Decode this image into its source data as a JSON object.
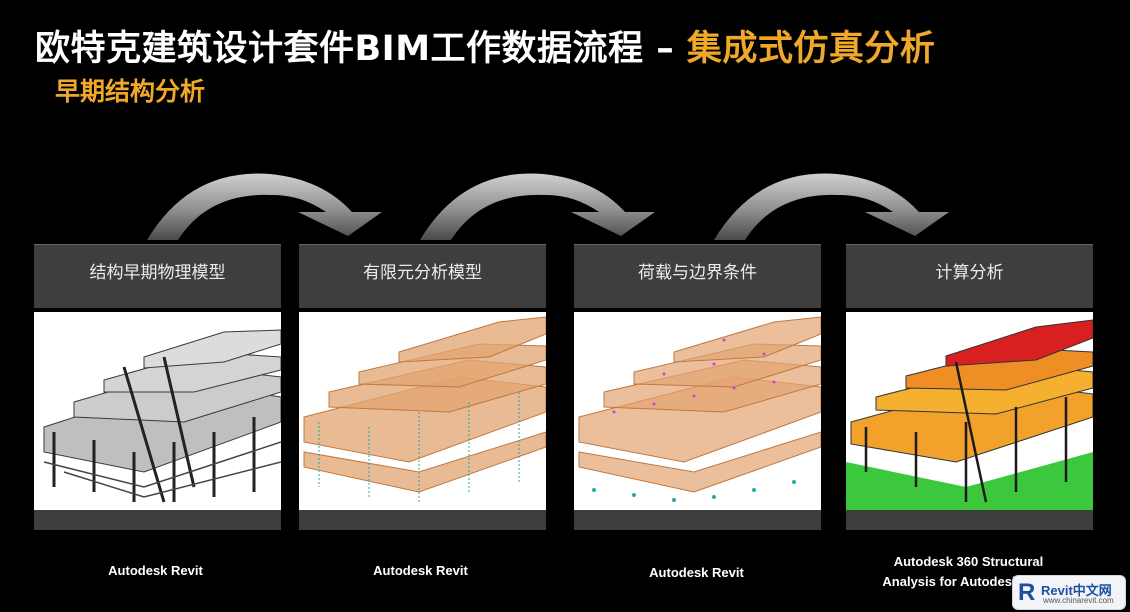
{
  "slide": {
    "title_main": "欧特克建筑设计套件BIM工作数据流程 – ",
    "title_highlight": "集成式仿真分析",
    "subtitle": "早期结构分析"
  },
  "panels": [
    {
      "header": "结构早期物理模型",
      "caption": "Autodesk Revit"
    },
    {
      "header": "有限元分析模型",
      "caption": "Autodesk Revit"
    },
    {
      "header": "荷载与边界条件",
      "caption": "Autodesk Revit"
    },
    {
      "header": "计算分析",
      "caption_line1": "Autodesk 360 Structural",
      "caption_line2": "Analysis for Autodesk Revit"
    }
  ],
  "logo": {
    "text": "Revit中文网",
    "url": "www.chinarevit.com"
  },
  "colors": {
    "accent": "#f0a82a",
    "panel_gray": "#3e3e3e",
    "background": "#000000"
  }
}
